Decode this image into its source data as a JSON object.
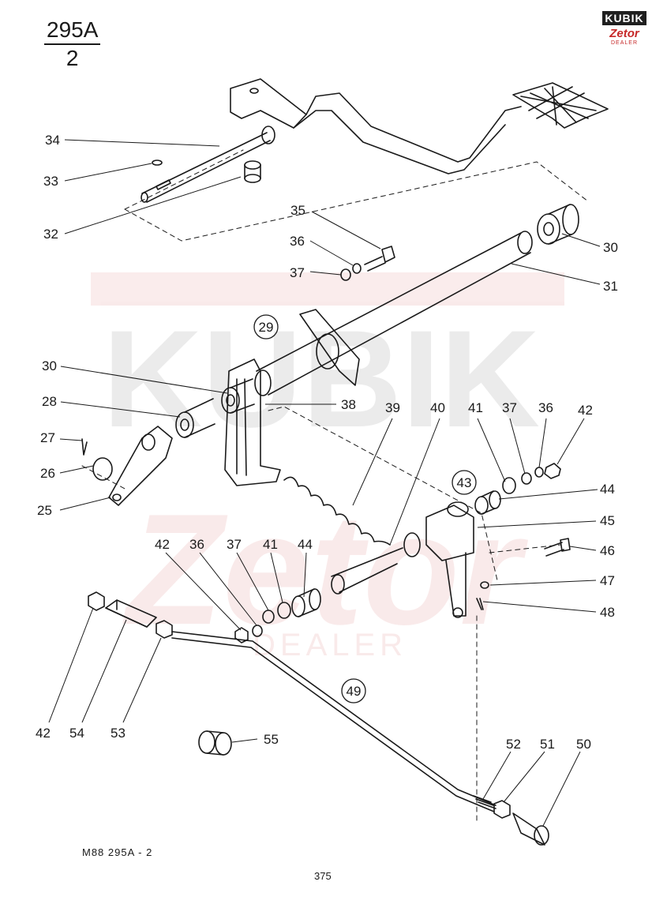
{
  "sheet": {
    "number": "295A",
    "sub": "2"
  },
  "logo": {
    "line1": "KUBIK",
    "line2": "Zetor",
    "line3": "DEALER"
  },
  "watermark": {
    "text1": "KUBIK",
    "text2": "Zetor",
    "text3": "DEALER"
  },
  "callouts": {
    "c25": "25",
    "c26": "26",
    "c27": "27",
    "c28": "28",
    "c30a": "30",
    "c30b": "30",
    "c31": "31",
    "c32": "32",
    "c33": "33",
    "c34": "34",
    "c35": "35",
    "c36a": "36",
    "c36b": "36",
    "c36c": "36",
    "c37a": "37",
    "c37b": "37",
    "c37c": "37",
    "c38": "38",
    "c39": "39",
    "c40": "40",
    "c41a": "41",
    "c41b": "41",
    "c42a": "42",
    "c42b": "42",
    "c42c": "42",
    "c44a": "44",
    "c44b": "44",
    "c45": "45",
    "c46": "46",
    "c47": "47",
    "c48": "48",
    "c50": "50",
    "c51": "51",
    "c52": "52",
    "c53": "53",
    "c54": "54",
    "c55": "55"
  },
  "circled": {
    "g29": "29",
    "g43": "43",
    "g49": "49"
  },
  "footer": {
    "code": "M88   295A - 2",
    "page": "375"
  }
}
